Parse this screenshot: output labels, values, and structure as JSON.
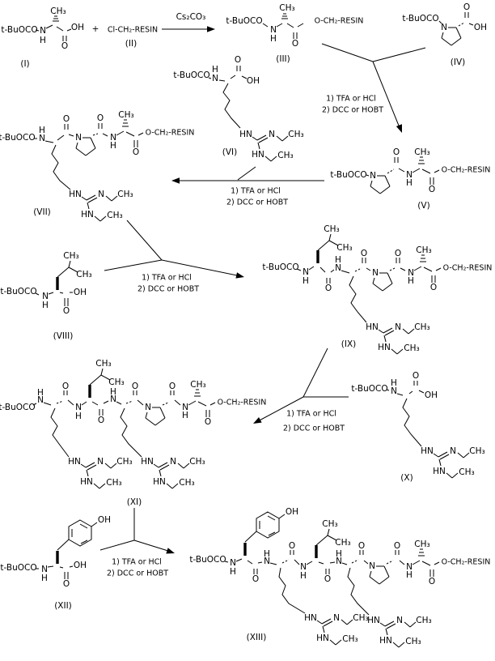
{
  "labels": {
    "tbuoco": "t-BuOCO",
    "n": "N",
    "h": "H",
    "hn": "HN",
    "o": "O",
    "oh": "OH",
    "ch3": "CH₃",
    "och2resin": "O-CH₂-RESIN",
    "clch2resin": "Cl-CH₂-RESIN",
    "plus": "+"
  },
  "compounds": {
    "c1": "(I)",
    "c2": "(II)",
    "c3": "(III)",
    "c4": "(IV)",
    "c5": "(V)",
    "c6": "(VI)",
    "c7": "(VII)",
    "c8": "(VIII)",
    "c9": "(IX)",
    "c10": "(X)",
    "c11": "(XI)",
    "c12": "(XII)",
    "c13": "(XIII)"
  },
  "reactions": [
    {
      "inputs": [
        "(I)",
        "(II)"
      ],
      "conditions": [
        "Cs₂CO₃"
      ],
      "product": "(III)"
    },
    {
      "inputs": [
        "(III)",
        "(IV)"
      ],
      "conditions": [
        "1) TFA or HCl",
        "2) DCC or HOBT"
      ],
      "product": "(V)"
    },
    {
      "inputs": [
        "(V)",
        "(VI)"
      ],
      "conditions": [
        "1) TFA or HCl",
        "2) DCC or HOBT"
      ],
      "product": "(VII)"
    },
    {
      "inputs": [
        "(VII)",
        "(VIII)"
      ],
      "conditions": [
        "1) TFA or HCl",
        "2) DCC or HOBT"
      ],
      "product": "(IX)"
    },
    {
      "inputs": [
        "(IX)",
        "(X)"
      ],
      "conditions": [
        "1) TFA or HCl",
        "2) DCC or HOBT"
      ],
      "product": "(XI)"
    },
    {
      "inputs": [
        "(XI)",
        "(XII)"
      ],
      "conditions": [
        "1) TFA or HCl",
        "2) DCC or HOBT"
      ],
      "product": "(XIII)"
    }
  ]
}
